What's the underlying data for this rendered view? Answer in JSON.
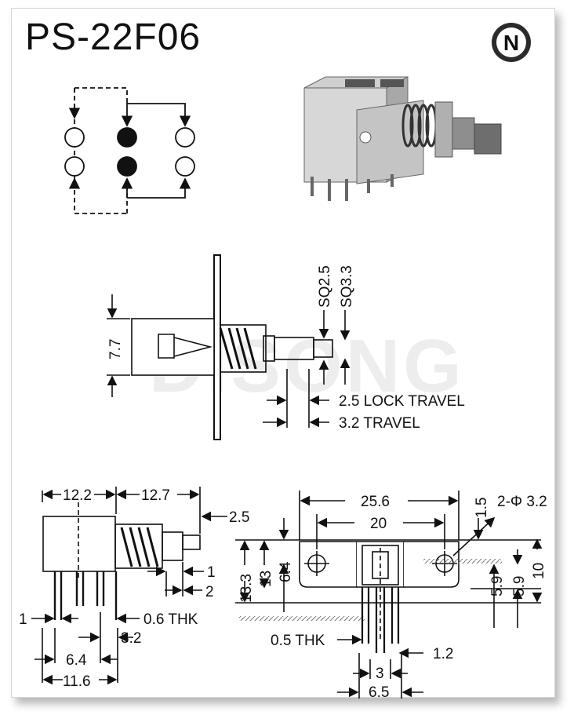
{
  "title": "PS-22F06",
  "logo_letter": "N",
  "watermark": "DISONG",
  "side_view": {
    "height_label": "7.7",
    "sq_small": "SQ2.5",
    "sq_large": "SQ3.3",
    "lock_travel": "2.5 LOCK TRAVEL",
    "travel": "3.2 TRAVEL"
  },
  "left_view": {
    "d_12_2": "12.2",
    "d_12_7": "12.7",
    "d_2_5": "2.5",
    "d_1": "1",
    "d_2": "2",
    "d_1_left": "1",
    "thk": "0.6 THK",
    "d_3_2": "3.2",
    "d_6_4": "6.4",
    "d_11_6": "11.6"
  },
  "right_view": {
    "d_25_6": "25.6",
    "d_20": "20",
    "d_1_5": "1.5",
    "holes": "2-Φ 3.2",
    "d_13_3": "13.3",
    "d_13": "13",
    "d_6_4": "6.4",
    "d_5_9a": "5.9",
    "d_5_9b": "5.9",
    "d_10": "10",
    "thk": "0.5 THK",
    "d_1_2": "1.2",
    "d_3": "3",
    "d_6_5": "6.5"
  }
}
